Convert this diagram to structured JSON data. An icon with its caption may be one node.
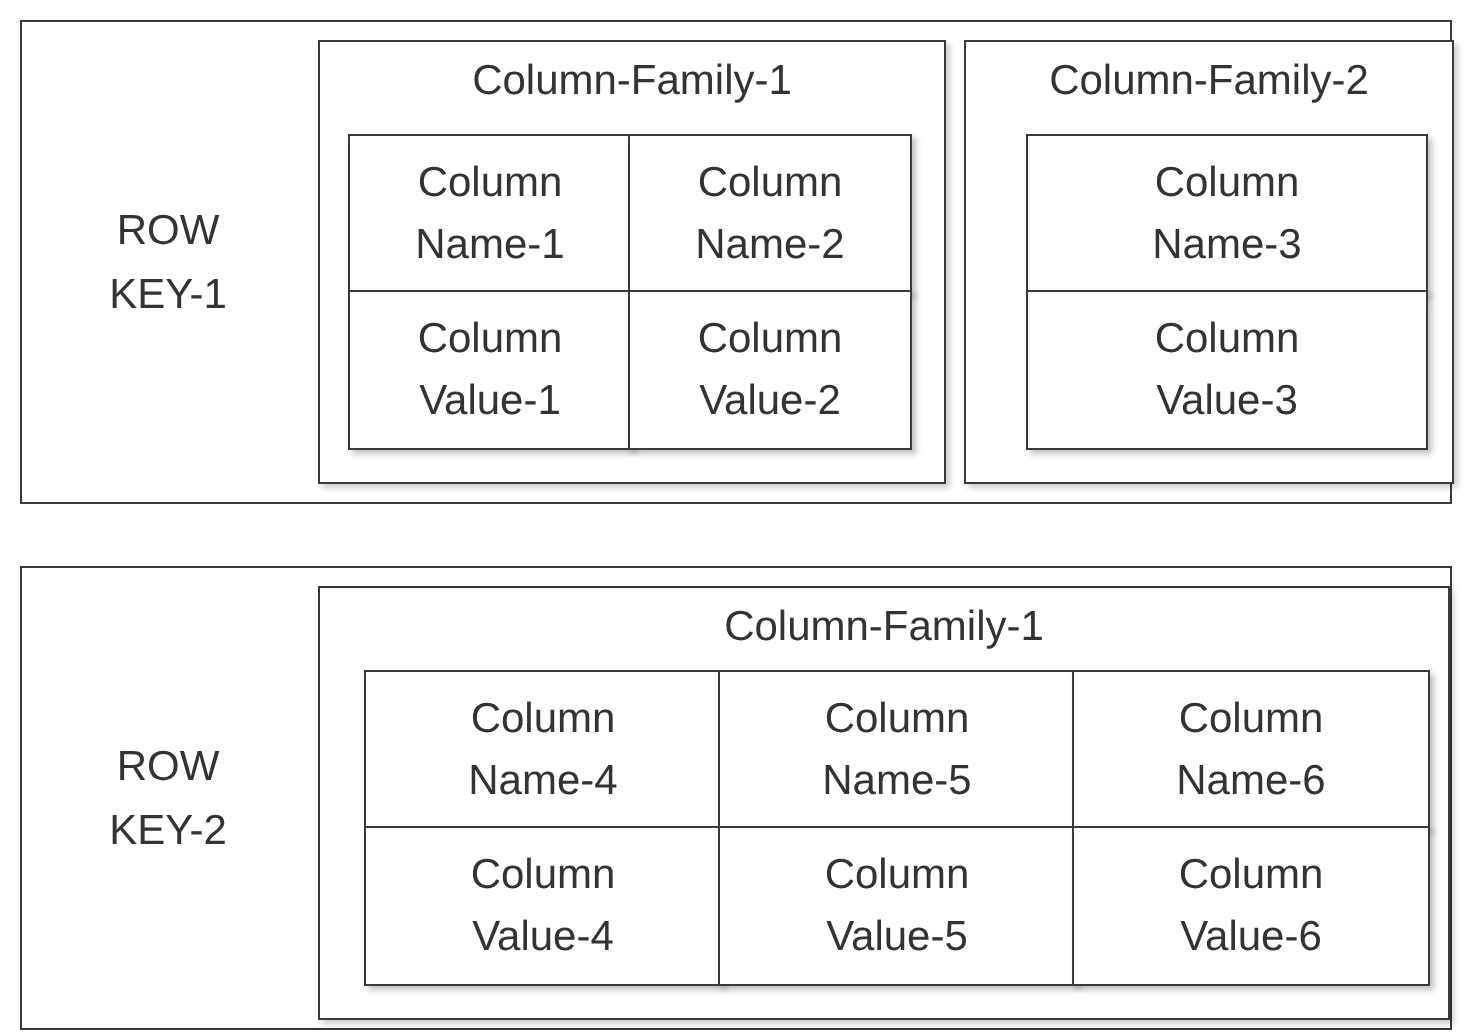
{
  "diagram": {
    "nodes": [
      {
        "text": [
          "ROW KEY-1"
        ]
      },
      {
        "text": [
          "Column-Family-1"
        ],
        "in": 0
      },
      {
        "text": [
          "Column Name-1"
        ],
        "in": 1
      },
      {
        "text": [
          "Column Name-2"
        ],
        "in": 1
      },
      {
        "text": [
          "Column Value-1"
        ],
        "in": 1
      },
      {
        "text": [
          "Column Value-2"
        ],
        "in": 1
      },
      {
        "text": [
          "Column-Family-2"
        ],
        "in": 0
      },
      {
        "text": [
          "Column Name-3"
        ],
        "in": 6
      },
      {
        "text": [
          "Column Value-3"
        ],
        "in": 6
      },
      {
        "text": [
          "ROW KEY-2"
        ]
      },
      {
        "text": [
          "Column-Family-1"
        ],
        "in": 9
      },
      {
        "text": [
          "Column Name-4"
        ],
        "in": 10
      },
      {
        "text": [
          "Column Name-5"
        ],
        "in": 10
      },
      {
        "text": [
          "Column Name-6"
        ],
        "in": 10
      },
      {
        "text": [
          "Column Value-4"
        ],
        "in": 10
      },
      {
        "text": [
          "Column Value-5"
        ],
        "in": 10
      },
      {
        "text": [
          "Column Value-6"
        ],
        "in": 10
      }
    ],
    "edges": []
  }
}
